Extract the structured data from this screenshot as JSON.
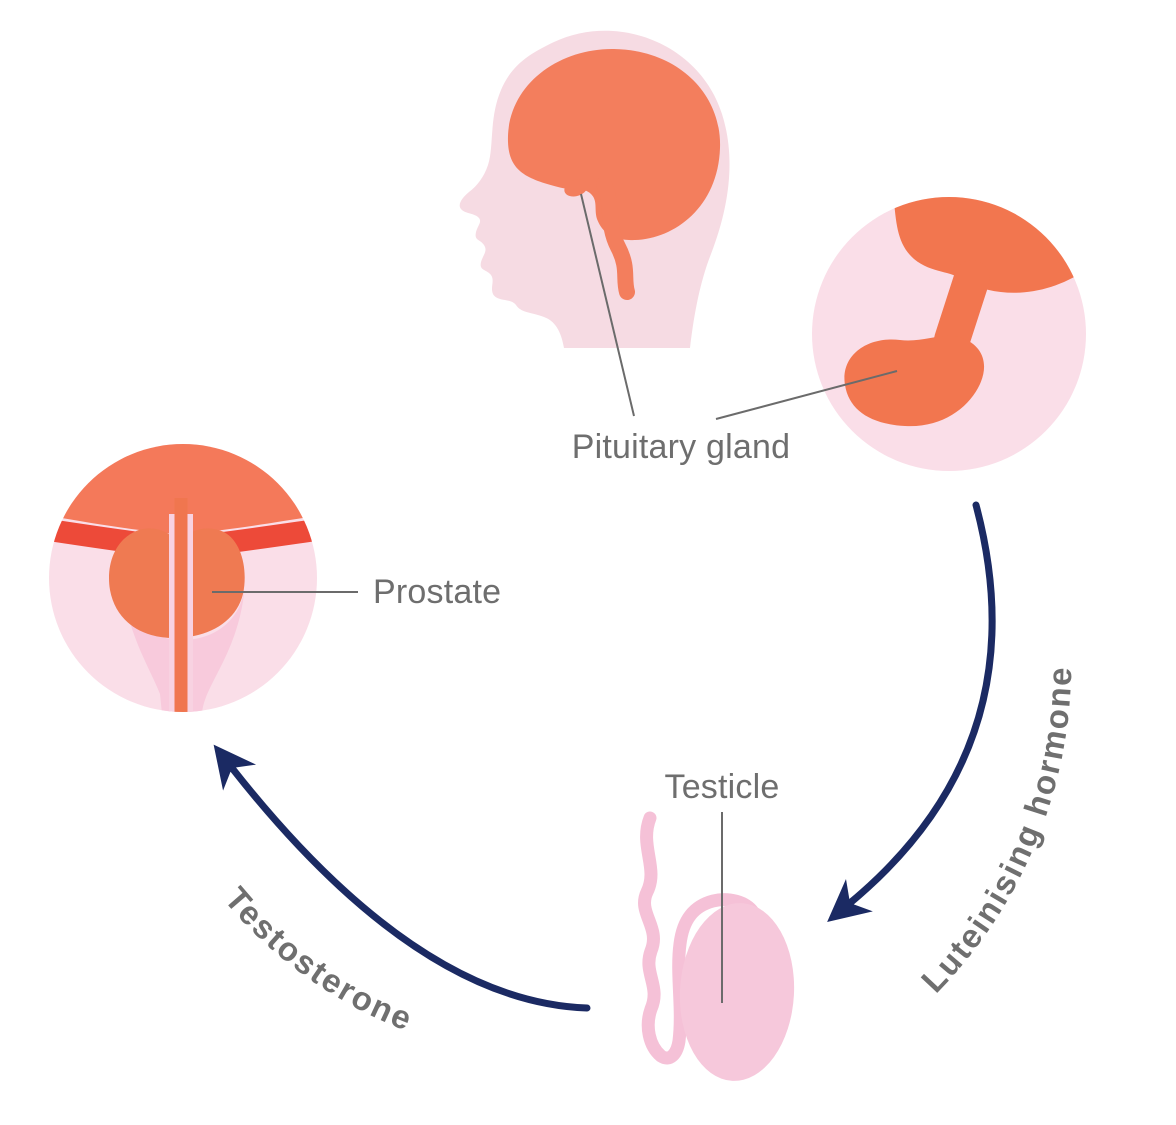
{
  "diagram": {
    "description": "Hormonal feedback cycle between pituitary gland, testicle and prostate",
    "labels": {
      "pituitary_gland": "Pituitary gland",
      "prostate": "Prostate",
      "testicle": "Testicle"
    },
    "flow_labels": {
      "luteinising_hormone": "Luteinising hormone",
      "testosterone": "Testosterone"
    },
    "colors": {
      "background": "#FFFFFF",
      "organ_orange": "#F2795B",
      "deep_orange": "#EF7A52",
      "band_red": "#ED4A39",
      "skin_pink": "#F6DBE3",
      "circle_pink": "#FADEE8",
      "funnel_pink": "#F8CADC",
      "tube_sleeve_pink": "#F8D2E1",
      "testicle_pink": "#F6C8DB",
      "cord_pink": "#F5C1D7",
      "arrow_navy": "#1B2A63",
      "label_gray": "#6E6E6E",
      "leader_line_gray": "#6B6B6B"
    }
  }
}
